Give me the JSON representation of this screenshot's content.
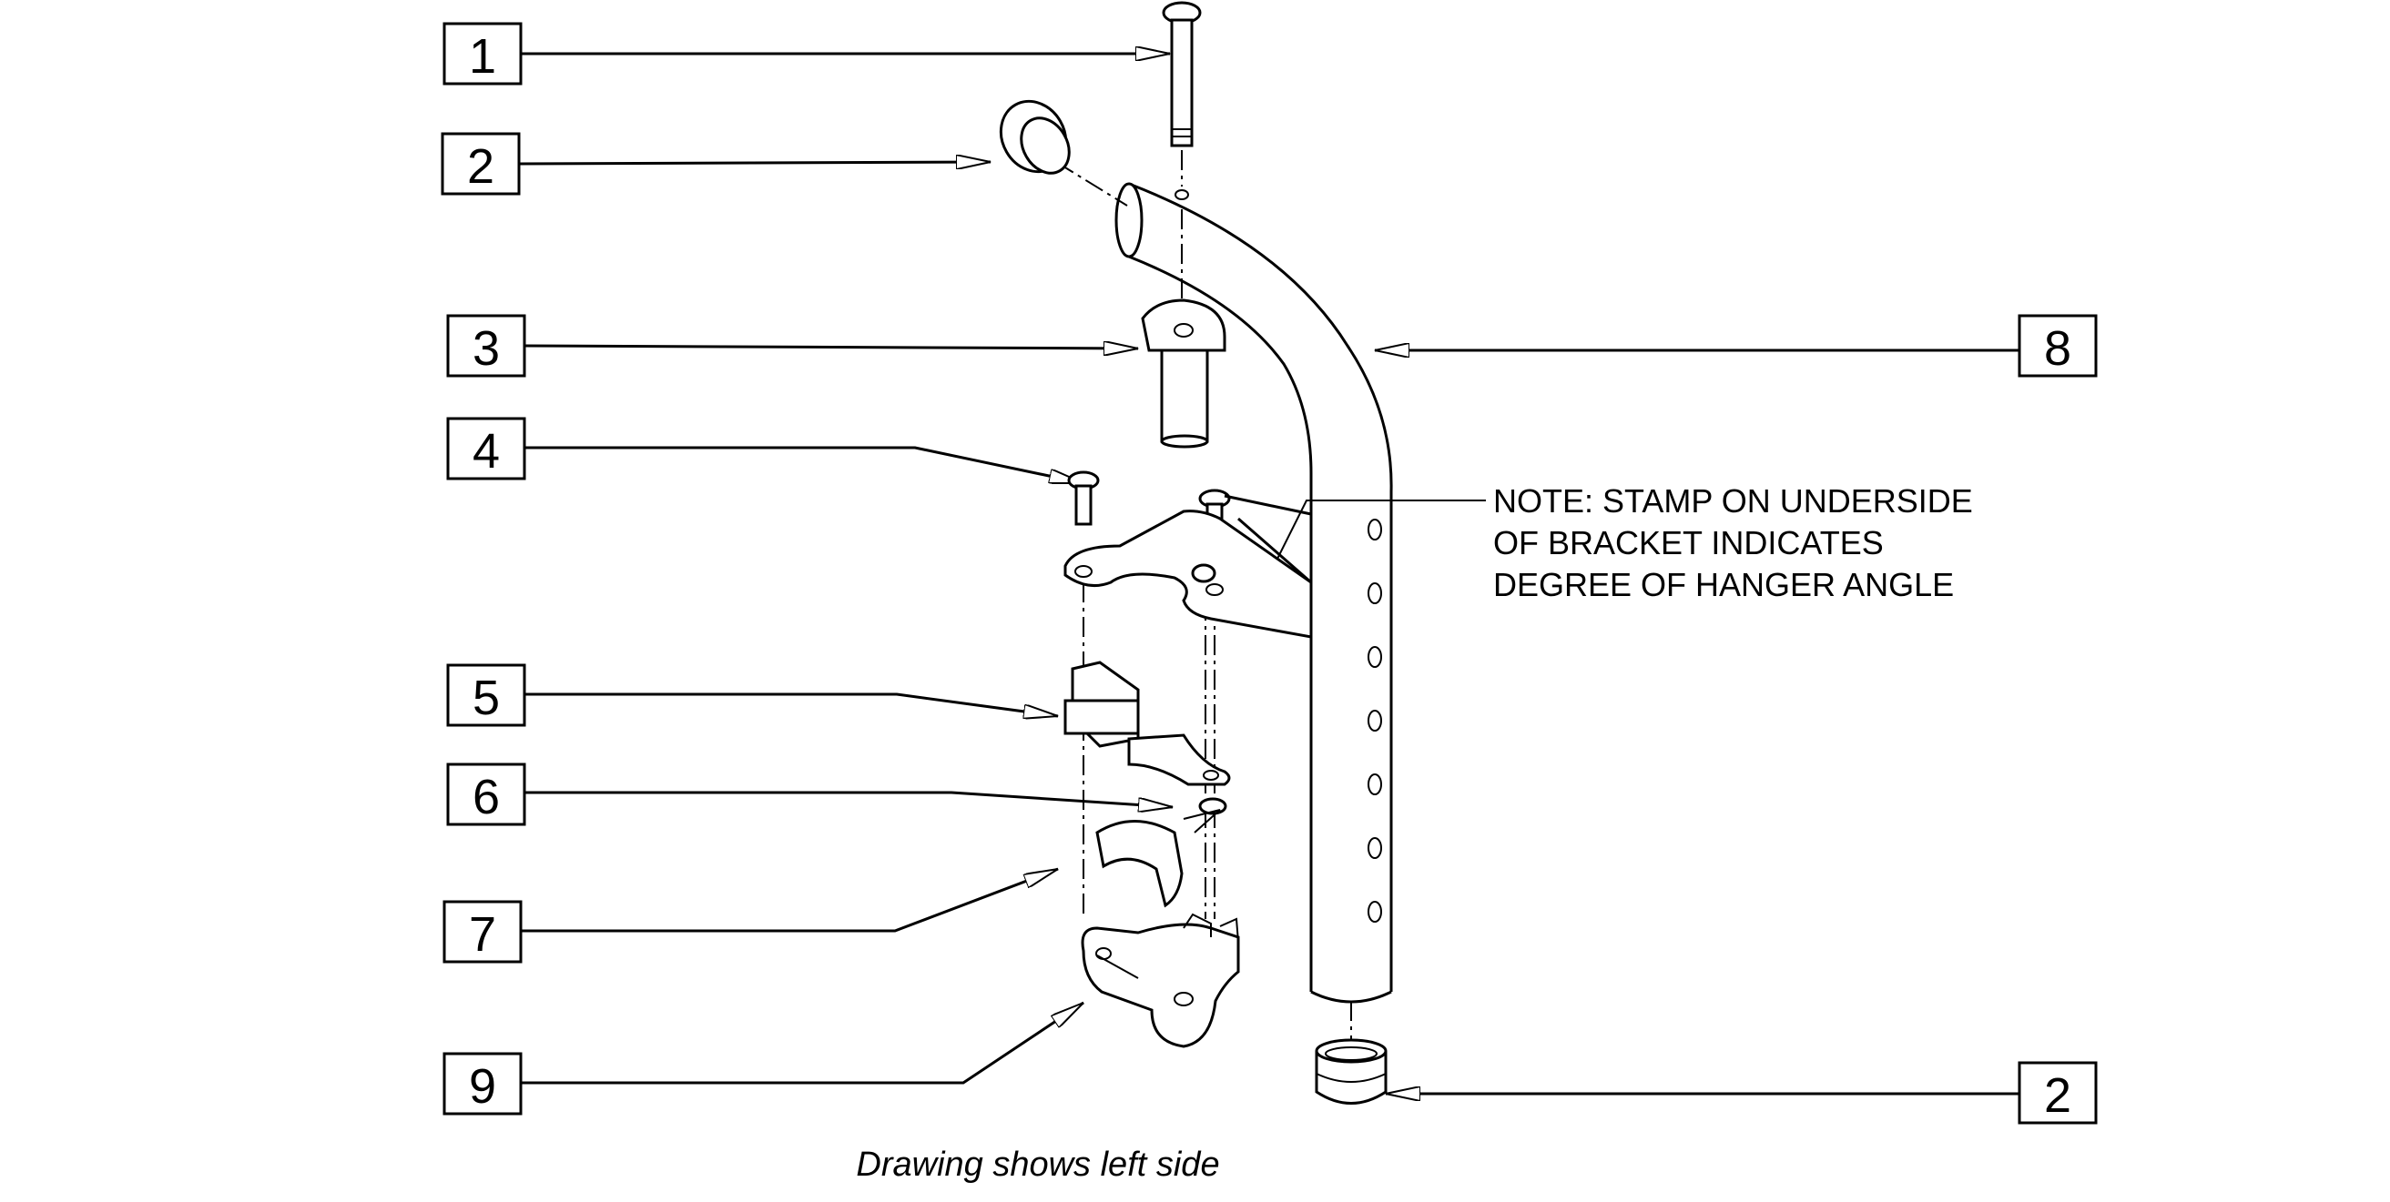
{
  "callouts": [
    {
      "id": "c1",
      "number": "1"
    },
    {
      "id": "c2a",
      "number": "2"
    },
    {
      "id": "c3",
      "number": "3"
    },
    {
      "id": "c4",
      "number": "4"
    },
    {
      "id": "c5",
      "number": "5"
    },
    {
      "id": "c6",
      "number": "6"
    },
    {
      "id": "c7",
      "number": "7"
    },
    {
      "id": "c9",
      "number": "9"
    },
    {
      "id": "c8",
      "number": "8"
    },
    {
      "id": "c2b",
      "number": "2"
    }
  ],
  "note": {
    "lines": [
      "NOTE: STAMP ON UNDERSIDE",
      "OF BRACKET INDICATES",
      "DEGREE OF HANGER ANGLE"
    ]
  },
  "caption": "Drawing shows left side"
}
